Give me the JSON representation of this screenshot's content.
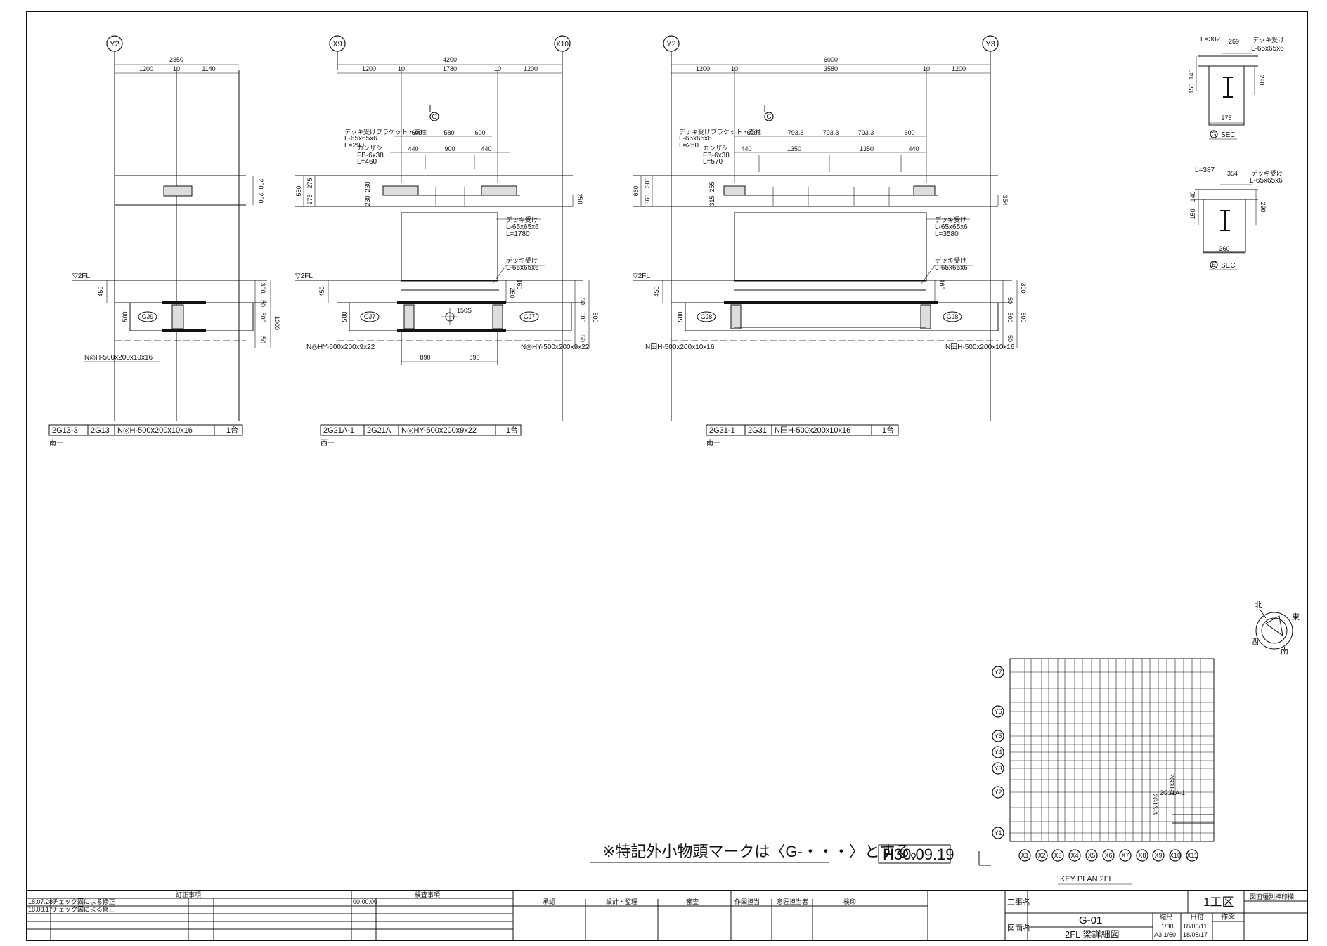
{
  "drawing": {
    "note": "※特記外小物頭マークは〈G-・・・〉とする。",
    "date_stamp": "H30.09.19",
    "key_plan_title": "KEY PLAN 2FL",
    "region_label": "1工区",
    "stamp_label": "図面種別押印欄"
  },
  "details": [
    {
      "id": "d1",
      "grid_left": "Y2",
      "overall": "2350",
      "sub_dims": [
        "1200",
        "10",
        "1140"
      ],
      "joint": "GJ9",
      "member_left": "N◎H-500x200x10x16",
      "member_right": "",
      "floor": "▽2FL",
      "right_dims": [
        "250",
        "250",
        "300",
        "50",
        "500",
        "1000",
        "50"
      ],
      "left_dims": [
        "450",
        "500"
      ],
      "title_cells": [
        "2G13-3",
        "2G13",
        "N◎H-500x200x10x16",
        "1台"
      ],
      "direction": "南ー"
    },
    {
      "id": "d2",
      "grid_left": "X9",
      "grid_right": "X10",
      "overall": "4200",
      "sub_dims": [
        "1200",
        "10",
        "1780",
        "10",
        "1200"
      ],
      "detail_mark": "G",
      "bracket_label": [
        "デッキ受けブラケット・支柱",
        "L-65x65x6",
        "L=290"
      ],
      "bracket_dims": [
        "600",
        "580",
        "600"
      ],
      "katazuke_label": [
        "カンザシ",
        "FB-6x38",
        "L=460"
      ],
      "katazuke_dims": [
        "440",
        "900",
        "440"
      ],
      "deck_label_1": [
        "デッキ受け",
        "L-65x65x6",
        "L=1780"
      ],
      "deck_label_2": [
        "デッキ受け",
        "L-65x65x6"
      ],
      "joint": "GJ7",
      "member_left": "N◎HY-500x200x9x22",
      "member_right": "N◎HY-500x200x9x22",
      "floor": "▽2FL",
      "hole_label": "150S",
      "bottom_dims": [
        "890",
        "890"
      ],
      "left_dims": [
        "550",
        "275",
        "275",
        "230",
        "230",
        "450",
        "500"
      ],
      "right_dims": [
        "250",
        "250",
        "160",
        "50",
        "500",
        "800",
        "50"
      ],
      "title_cells": [
        "2G21A-1",
        "2G21A",
        "N◎HY-500x200x9x22",
        "1台"
      ],
      "direction": "西ー"
    },
    {
      "id": "d3",
      "grid_left": "Y2",
      "grid_right": "Y3",
      "overall": "6000",
      "sub_dims": [
        "1200",
        "10",
        "3580",
        "10",
        "1200"
      ],
      "detail_mark": "G",
      "bracket_label": [
        "デッキ受けブラケット・支柱",
        "L-65x65x6",
        "L=250"
      ],
      "bracket_dims": [
        "600",
        "793.3",
        "793.3",
        "793.3",
        "600"
      ],
      "katazuke_label": [
        "カンザシ",
        "FB-6x38",
        "L=570"
      ],
      "katazuke_dims": [
        "440",
        "1350",
        "1350",
        "440"
      ],
      "deck_label_1": [
        "デッキ受け",
        "L-65x65x6",
        "L=3580"
      ],
      "deck_label_2": [
        "デッキ受け",
        "L-65x65x6"
      ],
      "joint": "GJ8",
      "member_left": "N田H-500x200x10x16",
      "member_right": "N田H-500x200x10x16",
      "floor": "▽2FL",
      "left_dims": [
        "660",
        "300",
        "360",
        "255",
        "315",
        "450",
        "500"
      ],
      "right_dims": [
        "354",
        "160",
        "300",
        "50",
        "500",
        "800",
        "50"
      ],
      "title_cells": [
        "2G31-1",
        "2G31",
        "N田H-500x200x10x16",
        "1台"
      ],
      "direction": "南ー"
    }
  ],
  "sections": [
    {
      "id": "G",
      "top_dim": "L=302",
      "dim_a": "269",
      "label": [
        "デッキ受け",
        "L-65x65x6"
      ],
      "left_dims": [
        "140",
        "150"
      ],
      "right_dim": "290",
      "bottom_dim": "275",
      "caption": "SEC"
    },
    {
      "id": "E",
      "top_dim": "L=387",
      "dim_a": "354",
      "label": [
        "デッキ受け",
        "L-65x65x6"
      ],
      "left_dims": [
        "140",
        "150"
      ],
      "right_dim": "290",
      "bottom_dim": "360",
      "caption": "SEC"
    }
  ],
  "key_plan": {
    "x_labels": [
      "X1",
      "X2",
      "X3",
      "X4",
      "X5",
      "X6",
      "X7",
      "X8",
      "X9",
      "X10",
      "X11"
    ],
    "y_labels": [
      "Y7",
      "Y6",
      "Y5",
      "Y4",
      "Y3",
      "Y2",
      "Y1"
    ],
    "marks": [
      "2G13-3",
      "2G31-1",
      "2G21A-1"
    ]
  },
  "compass": {
    "north": "北",
    "east": "東",
    "south": "南",
    "west": "西"
  },
  "revisions": {
    "header_left": "訂正事項",
    "header_right": "検査事項",
    "rows": [
      {
        "date": "18.07.28",
        "text": "チェック図による修正"
      },
      {
        "date": "18.08.17",
        "text": "チェック図による修正"
      }
    ],
    "right_entry": "00.00.00-"
  },
  "approval": {
    "cols": [
      "承認",
      "設計・監理",
      "審査"
    ],
    "cols2": [
      "作図担当",
      "意匠担当者",
      "検印"
    ]
  },
  "title_block": {
    "project_label": "工事名",
    "drawing_name_label": "図面名",
    "drawing_no": "G-01",
    "drawing_name": "2FL 梁詳細図",
    "scale_label": "縮尺",
    "scale_a1": "1/30",
    "scale_a3": "A3 1/60",
    "date_label": "日付",
    "date_1": "18/06/11",
    "date_2": "18/08/17",
    "author_label": "作図"
  }
}
